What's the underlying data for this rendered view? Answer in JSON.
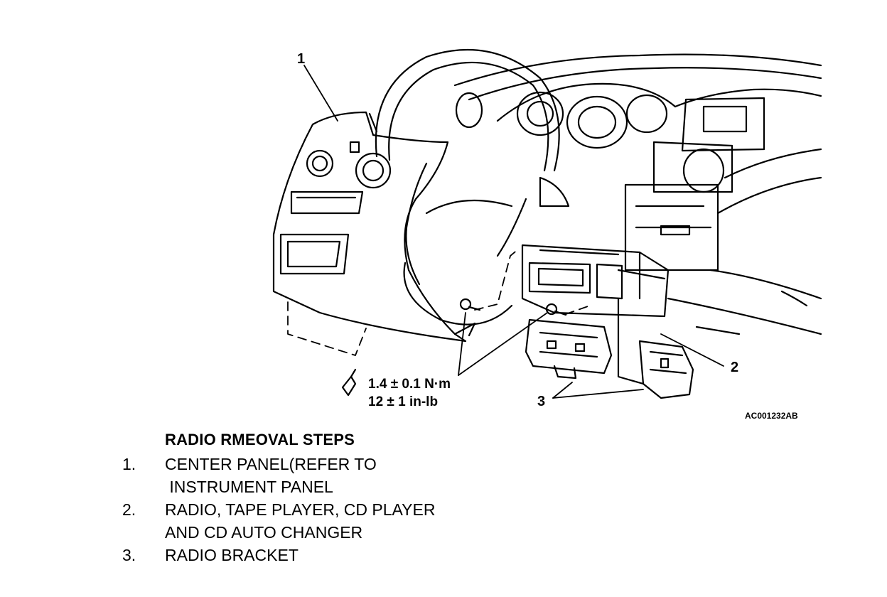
{
  "figure": {
    "callouts": [
      "1",
      "2",
      "3"
    ],
    "torque_nm": "1.4 ± 0.1 N·m",
    "torque_inlb": "12 ± 1 in-lb",
    "figure_id": "AC001232AB"
  },
  "steps": {
    "title": "RADIO RMEOVAL STEPS",
    "items": [
      {
        "num": "1.",
        "line1": "CENTER PANEL(REFER TO",
        "line2": " INSTRUMENT PANEL"
      },
      {
        "num": "2.",
        "line1": "RADIO, TAPE PLAYER, CD PLAYER",
        "line2": "AND CD AUTO CHANGER"
      },
      {
        "num": "3.",
        "line1": "RADIO BRACKET",
        "line2": ""
      }
    ]
  }
}
